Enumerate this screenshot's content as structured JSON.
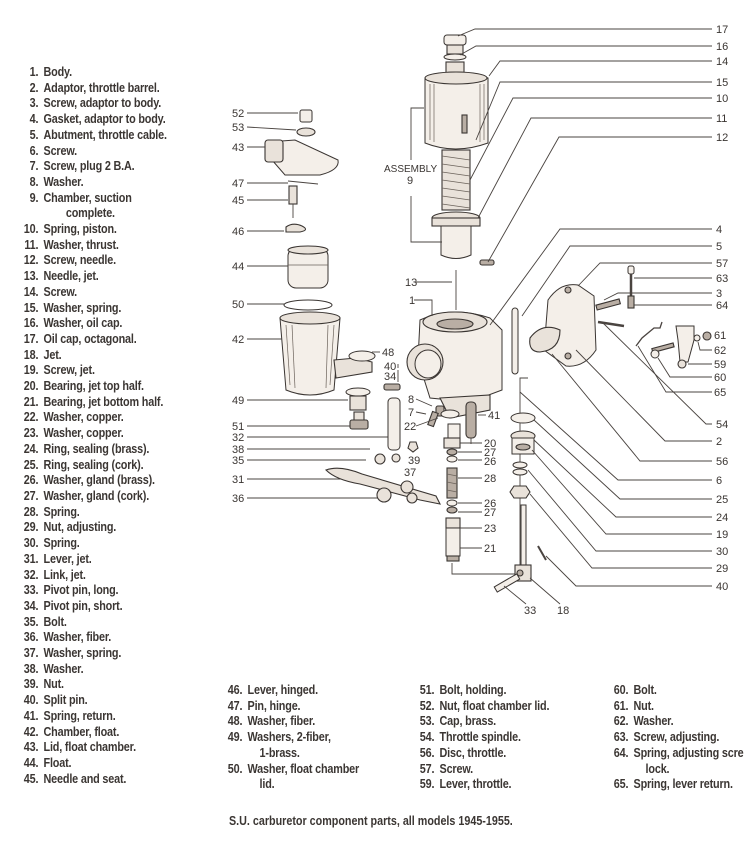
{
  "legend": {
    "col1": [
      {
        "n": "1.",
        "t": "Body."
      },
      {
        "n": "2.",
        "t": "Adaptor, throttle barrel."
      },
      {
        "n": "3.",
        "t": "Screw, adaptor to body."
      },
      {
        "n": "4.",
        "t": "Gasket, adaptor to body."
      },
      {
        "n": "5.",
        "t": "Abutment, throttle cable."
      },
      {
        "n": "6.",
        "t": "Screw."
      },
      {
        "n": "7.",
        "t": "Screw, plug 2 B.A."
      },
      {
        "n": "8.",
        "t": "Washer."
      },
      {
        "n": "9.",
        "t": "Chamber, suction",
        "c": "complete."
      },
      {
        "n": "10.",
        "t": "Spring, piston."
      },
      {
        "n": "11.",
        "t": "Washer, thrust."
      },
      {
        "n": "12.",
        "t": "Screw, needle."
      },
      {
        "n": "13.",
        "t": "Needle, jet."
      },
      {
        "n": "14.",
        "t": "Screw."
      },
      {
        "n": "15.",
        "t": "Washer, spring."
      },
      {
        "n": "16.",
        "t": "Washer, oil cap."
      },
      {
        "n": "17.",
        "t": "Oil cap, octagonal."
      },
      {
        "n": "18.",
        "t": "Jet."
      },
      {
        "n": "19.",
        "t": "Screw, jet."
      },
      {
        "n": "20.",
        "t": "Bearing, jet top half."
      },
      {
        "n": "21.",
        "t": "Bearing, jet bottom half."
      },
      {
        "n": "22.",
        "t": "Washer, copper."
      },
      {
        "n": "23.",
        "t": "Washer, copper."
      },
      {
        "n": "24.",
        "t": "Ring, sealing (brass)."
      },
      {
        "n": "25.",
        "t": "Ring, sealing (cork)."
      },
      {
        "n": "26.",
        "t": "Washer, gland (brass)."
      },
      {
        "n": "27.",
        "t": "Washer, gland (cork)."
      },
      {
        "n": "28.",
        "t": "Spring."
      },
      {
        "n": "29.",
        "t": "Nut, adjusting."
      },
      {
        "n": "30.",
        "t": "Spring."
      },
      {
        "n": "31.",
        "t": "Lever, jet."
      },
      {
        "n": "32.",
        "t": "Link, jet."
      },
      {
        "n": "33.",
        "t": "Pivot pin, long."
      },
      {
        "n": "34.",
        "t": "Pivot pin, short."
      },
      {
        "n": "35.",
        "t": "Bolt."
      },
      {
        "n": "36.",
        "t": "Washer, fiber."
      },
      {
        "n": "37.",
        "t": "Washer, spring."
      },
      {
        "n": "38.",
        "t": "Washer."
      },
      {
        "n": "39.",
        "t": "Nut."
      },
      {
        "n": "40.",
        "t": "Split pin."
      },
      {
        "n": "41.",
        "t": "Spring, return."
      },
      {
        "n": "42.",
        "t": "Chamber, float."
      },
      {
        "n": "43.",
        "t": "Lid, float chamber."
      },
      {
        "n": "44.",
        "t": "Float."
      },
      {
        "n": "45.",
        "t": "Needle and seat."
      }
    ],
    "col2": [
      {
        "n": "46.",
        "t": "Lever, hinged."
      },
      {
        "n": "47.",
        "t": "Pin, hinge."
      },
      {
        "n": "48.",
        "t": "Washer, fiber."
      },
      {
        "n": "49.",
        "t": "Washers, 2-fiber,",
        "c": "1-brass."
      },
      {
        "n": "50.",
        "t": "Washer, float chamber",
        "c": "lid."
      }
    ],
    "col3": [
      {
        "n": "51.",
        "t": "Bolt, holding."
      },
      {
        "n": "52.",
        "t": "Nut, float chamber lid."
      },
      {
        "n": "53.",
        "t": "Cap, brass."
      },
      {
        "n": "54.",
        "t": "Throttle spindle."
      },
      {
        "n": "56.",
        "t": "Disc, throttle."
      },
      {
        "n": "57.",
        "t": "Screw."
      },
      {
        "n": "59.",
        "t": "Lever, throttle."
      }
    ],
    "col4": [
      {
        "n": "60.",
        "t": "Bolt."
      },
      {
        "n": "61.",
        "t": "Nut."
      },
      {
        "n": "62.",
        "t": "Washer."
      },
      {
        "n": "63.",
        "t": "Screw, adjusting."
      },
      {
        "n": "64.",
        "t": "Spring, adjusting scre",
        "c": "lock."
      },
      {
        "n": "65.",
        "t": "Spring, lever return."
      }
    ]
  },
  "diagram": {
    "assembly_label": "ASSEMBLY",
    "assembly_number": "9",
    "right_callouts_top": [
      "17",
      "16",
      "14",
      "15",
      "10",
      "11",
      "12"
    ],
    "right_callouts_mid": [
      "4",
      "5",
      "57",
      "63",
      "3",
      "64"
    ],
    "lever_callouts": [
      "61",
      "62",
      "59",
      "60",
      "65"
    ],
    "right_callouts_bottom": [
      "54",
      "2",
      "56",
      "6",
      "25",
      "24",
      "19",
      "30",
      "29",
      "40"
    ],
    "left_callouts": [
      "52",
      "53",
      "43",
      "47",
      "45",
      "46",
      "44",
      "50",
      "42",
      "49",
      "51",
      "32",
      "38",
      "35",
      "31",
      "36"
    ],
    "center_callouts": [
      "13",
      "1",
      "48",
      "40",
      "34",
      "8",
      "7",
      "22",
      "39",
      "37",
      "41",
      "20",
      "27",
      "26",
      "28",
      "26",
      "27",
      "23",
      "21"
    ],
    "bottom_callouts": [
      "33",
      "18"
    ]
  },
  "caption": "S.U. carburetor component parts, all models 1945-1955."
}
